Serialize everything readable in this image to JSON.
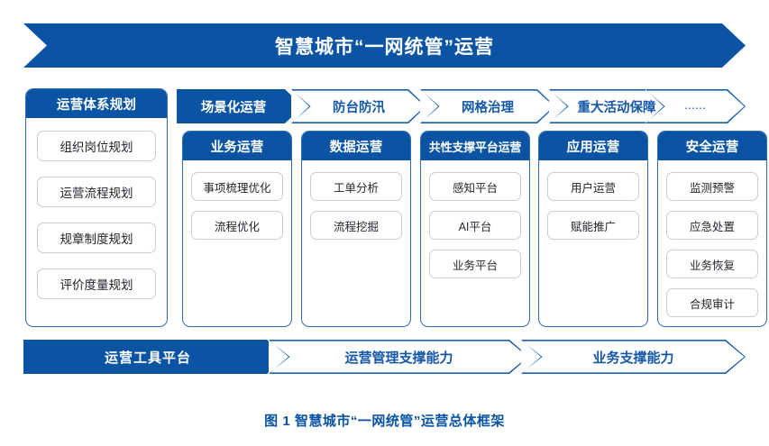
{
  "theme": {
    "brand_blue": "#0b54a4",
    "outline_blue": "#2f6cb5",
    "pill_border": "#c8cdd2",
    "text_dark": "#22262b",
    "background": "#ffffff"
  },
  "banner": {
    "title": "智慧城市“一网统管”运营"
  },
  "scenario_row": [
    {
      "label": "场景化运营",
      "style": "solid"
    },
    {
      "label": "防台防汛",
      "style": "outline"
    },
    {
      "label": "网格治理",
      "style": "outline"
    },
    {
      "label": "重大活动保障",
      "style": "outline"
    },
    {
      "label": "......",
      "style": "outline-dots"
    }
  ],
  "columns": [
    {
      "id": "plan",
      "header": "运营体系规划",
      "items": [
        "组织岗位规划",
        "运营流程规划",
        "规章制度规划",
        "评价度量规划"
      ]
    },
    {
      "id": "business",
      "header": "业务运营",
      "items": [
        "事项梳理优化",
        "流程优化"
      ]
    },
    {
      "id": "data",
      "header": "数据运营",
      "items": [
        "工单分析",
        "流程挖掘"
      ]
    },
    {
      "id": "platform",
      "header": "共性支撑平台运营",
      "items": [
        "感知平台",
        "AI平台",
        "业务平台"
      ]
    },
    {
      "id": "application",
      "header": "应用运营",
      "items": [
        "用户运营",
        "赋能推广"
      ]
    },
    {
      "id": "security",
      "header": "安全运营",
      "items": [
        "监测预警",
        "应急处置",
        "业务恢复",
        "合规审计"
      ]
    }
  ],
  "bottom_row": [
    {
      "label": "运营工具平台",
      "style": "solid"
    },
    {
      "label": "运营管理支撑能力",
      "style": "outline"
    },
    {
      "label": "业务支撑能力",
      "style": "outline"
    }
  ],
  "caption": {
    "text": "图 1 智慧城市“一网统管”运营总体框架"
  }
}
